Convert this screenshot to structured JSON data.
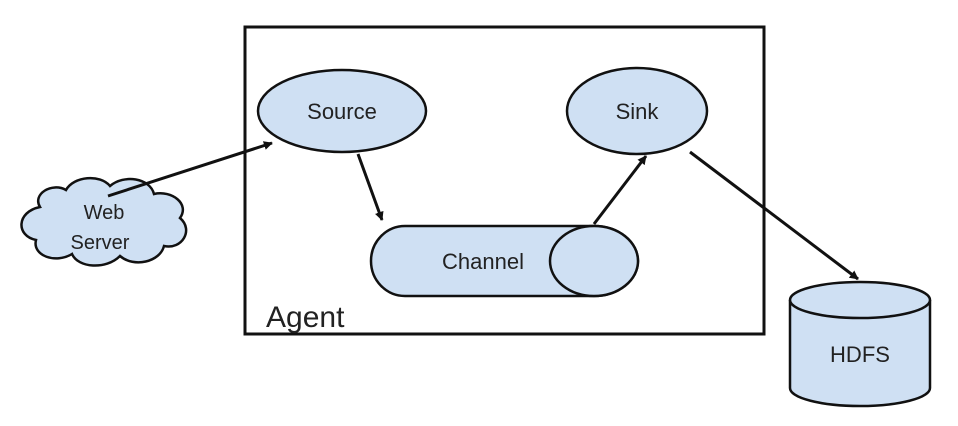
{
  "colors": {
    "node_fill": "#cfe0f3",
    "stroke": "#111111",
    "background": "#ffffff",
    "text": "#222222"
  },
  "diagram": {
    "agent": {
      "label": "Agent"
    },
    "nodes": {
      "source": {
        "label": "Source",
        "shape": "ellipse"
      },
      "sink": {
        "label": "Sink",
        "shape": "ellipse"
      },
      "channel": {
        "label": "Channel",
        "shape": "horizontal-cylinder"
      },
      "web_server": {
        "label_line1": "Web",
        "label_line2": "Server",
        "shape": "cloud"
      },
      "hdfs": {
        "label": "HDFS",
        "shape": "database-cylinder"
      }
    },
    "edges": [
      {
        "from": "web_server",
        "to": "source"
      },
      {
        "from": "source",
        "to": "channel"
      },
      {
        "from": "channel",
        "to": "sink"
      },
      {
        "from": "sink",
        "to": "hdfs"
      }
    ]
  }
}
